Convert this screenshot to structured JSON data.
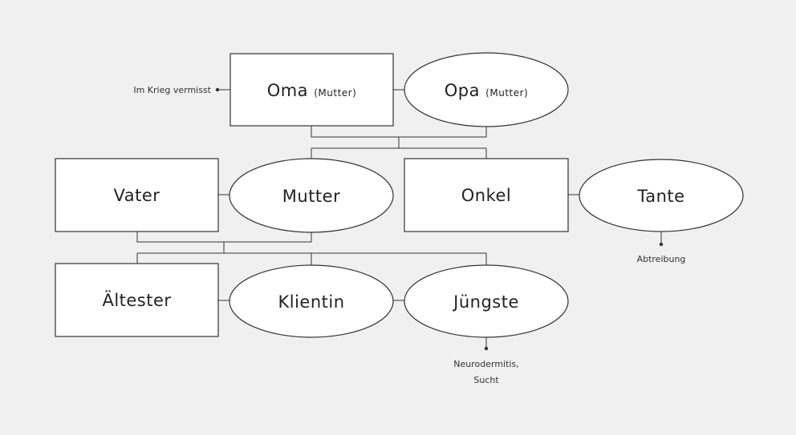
{
  "nodes": {
    "oma": {
      "label": "Oma",
      "sublabel": "(Mutter)"
    },
    "opa": {
      "label": "Opa",
      "sublabel": "(Mutter)"
    },
    "vater": {
      "label": "Vater"
    },
    "mutter": {
      "label": "Mutter"
    },
    "onkel": {
      "label": "Onkel"
    },
    "tante": {
      "label": "Tante"
    },
    "aeltester": {
      "label": "Ältester"
    },
    "klientin": {
      "label": "Klientin"
    },
    "juengste": {
      "label": "Jüngste"
    }
  },
  "notes": {
    "oma": "Im Krieg vermisst",
    "tante": "Abtreibung",
    "juengste_line1": "Neurodermitis,",
    "juengste_line2": "Sucht"
  }
}
